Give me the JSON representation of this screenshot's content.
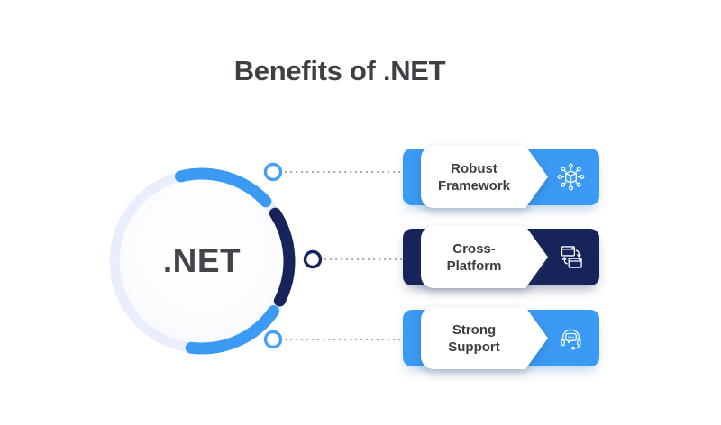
{
  "title": "Benefits of .NET",
  "center_circle": {
    "label": ".NET"
  },
  "benefits": [
    {
      "label": "Robust Framework",
      "icon": "network-nodes-icon",
      "theme": "blue"
    },
    {
      "label": "Cross-Platform",
      "icon": "sync-windows-icon",
      "theme": "navy"
    },
    {
      "label": "Strong Support",
      "icon": "headset-support-icon",
      "theme": "blue"
    }
  ],
  "colors": {
    "accent_blue": "#3b9bf4",
    "accent_navy": "#17245a",
    "ring_pale": "#e8eefb",
    "title_text": "#3d4145",
    "card_text": "#3b3f44",
    "connector_dotted": "#8f9398",
    "background": "#ffffff"
  }
}
